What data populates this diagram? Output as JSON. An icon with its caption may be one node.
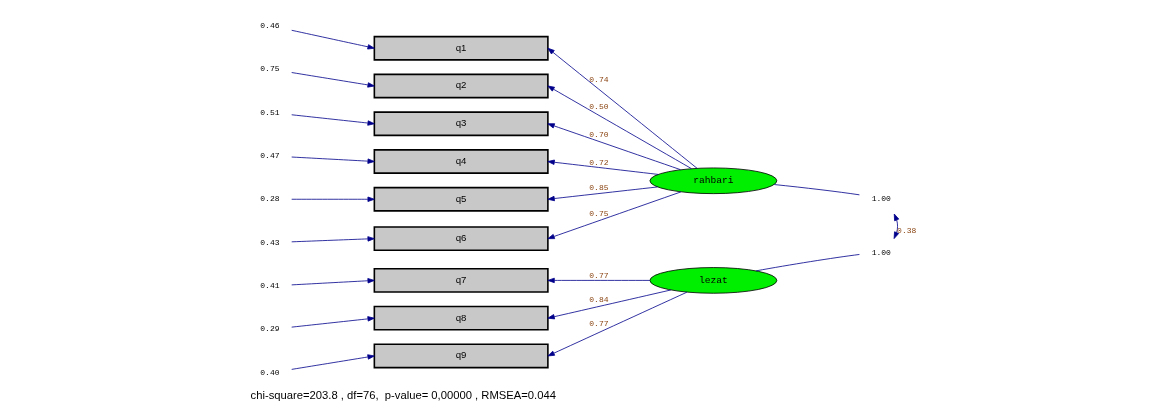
{
  "diagram": {
    "caption": "chi-square=203.8 , df=76,  p-value= 0,00000 , RMSEA=0.044",
    "nodes": [
      {
        "text": [
          "q1"
        ]
      },
      {
        "text": [
          "q2"
        ]
      },
      {
        "text": [
          "q3"
        ]
      },
      {
        "text": [
          "q4"
        ]
      },
      {
        "text": [
          "q5"
        ]
      },
      {
        "text": [
          "q6"
        ]
      },
      {
        "text": [
          "q7"
        ]
      },
      {
        "text": [
          "q8"
        ]
      },
      {
        "text": [
          "q9"
        ]
      },
      {
        "text": [
          "rahbari"
        ]
      },
      {
        "text": [
          "lezat"
        ]
      },
      {
        "text": [
          "0.46"
        ]
      },
      {
        "text": [
          "0.75"
        ]
      },
      {
        "text": [
          "0.51"
        ]
      },
      {
        "text": [
          "0.47"
        ]
      },
      {
        "text": [
          "0.28"
        ]
      },
      {
        "text": [
          "0.43"
        ]
      },
      {
        "text": [
          "0.41"
        ]
      },
      {
        "text": [
          "0.29"
        ]
      },
      {
        "text": [
          "0.40"
        ]
      },
      {
        "text": [
          "1.00"
        ]
      },
      {
        "text": [
          "1.00"
        ]
      }
    ],
    "edges": [
      {
        "from": 11,
        "to": 0,
        "arrow": "to"
      },
      {
        "from": 12,
        "to": 1,
        "arrow": "to"
      },
      {
        "from": 13,
        "to": 2,
        "arrow": "to"
      },
      {
        "from": 14,
        "to": 3,
        "arrow": "to"
      },
      {
        "from": 15,
        "to": 4,
        "arrow": "to"
      },
      {
        "from": 16,
        "to": 5,
        "arrow": "to"
      },
      {
        "from": 17,
        "to": 6,
        "arrow": "to"
      },
      {
        "from": 18,
        "to": 7,
        "arrow": "to"
      },
      {
        "from": 19,
        "to": 8,
        "arrow": "to"
      },
      {
        "from": 9,
        "to": 0,
        "arrow": "to",
        "label": "0.74"
      },
      {
        "from": 9,
        "to": 1,
        "arrow": "to",
        "label": "0.50"
      },
      {
        "from": 9,
        "to": 2,
        "arrow": "to",
        "label": "0.70"
      },
      {
        "from": 9,
        "to": 3,
        "arrow": "to",
        "label": "0.72"
      },
      {
        "from": 9,
        "to": 4,
        "arrow": "to",
        "label": "0.85"
      },
      {
        "from": 9,
        "to": 5,
        "arrow": "to",
        "label": "0.75"
      },
      {
        "from": 10,
        "to": 6,
        "arrow": "to",
        "label": "0.77"
      },
      {
        "from": 10,
        "to": 7,
        "arrow": "to",
        "label": "0.84"
      },
      {
        "from": 10,
        "to": 8,
        "arrow": "to",
        "label": "0.77"
      },
      {
        "from": 9,
        "to": 20,
        "arrow": "none"
      },
      {
        "from": 10,
        "to": 21,
        "arrow": "none"
      },
      {
        "from": 20,
        "to": 21,
        "arrow": "both",
        "label": "0.38"
      }
    ]
  }
}
